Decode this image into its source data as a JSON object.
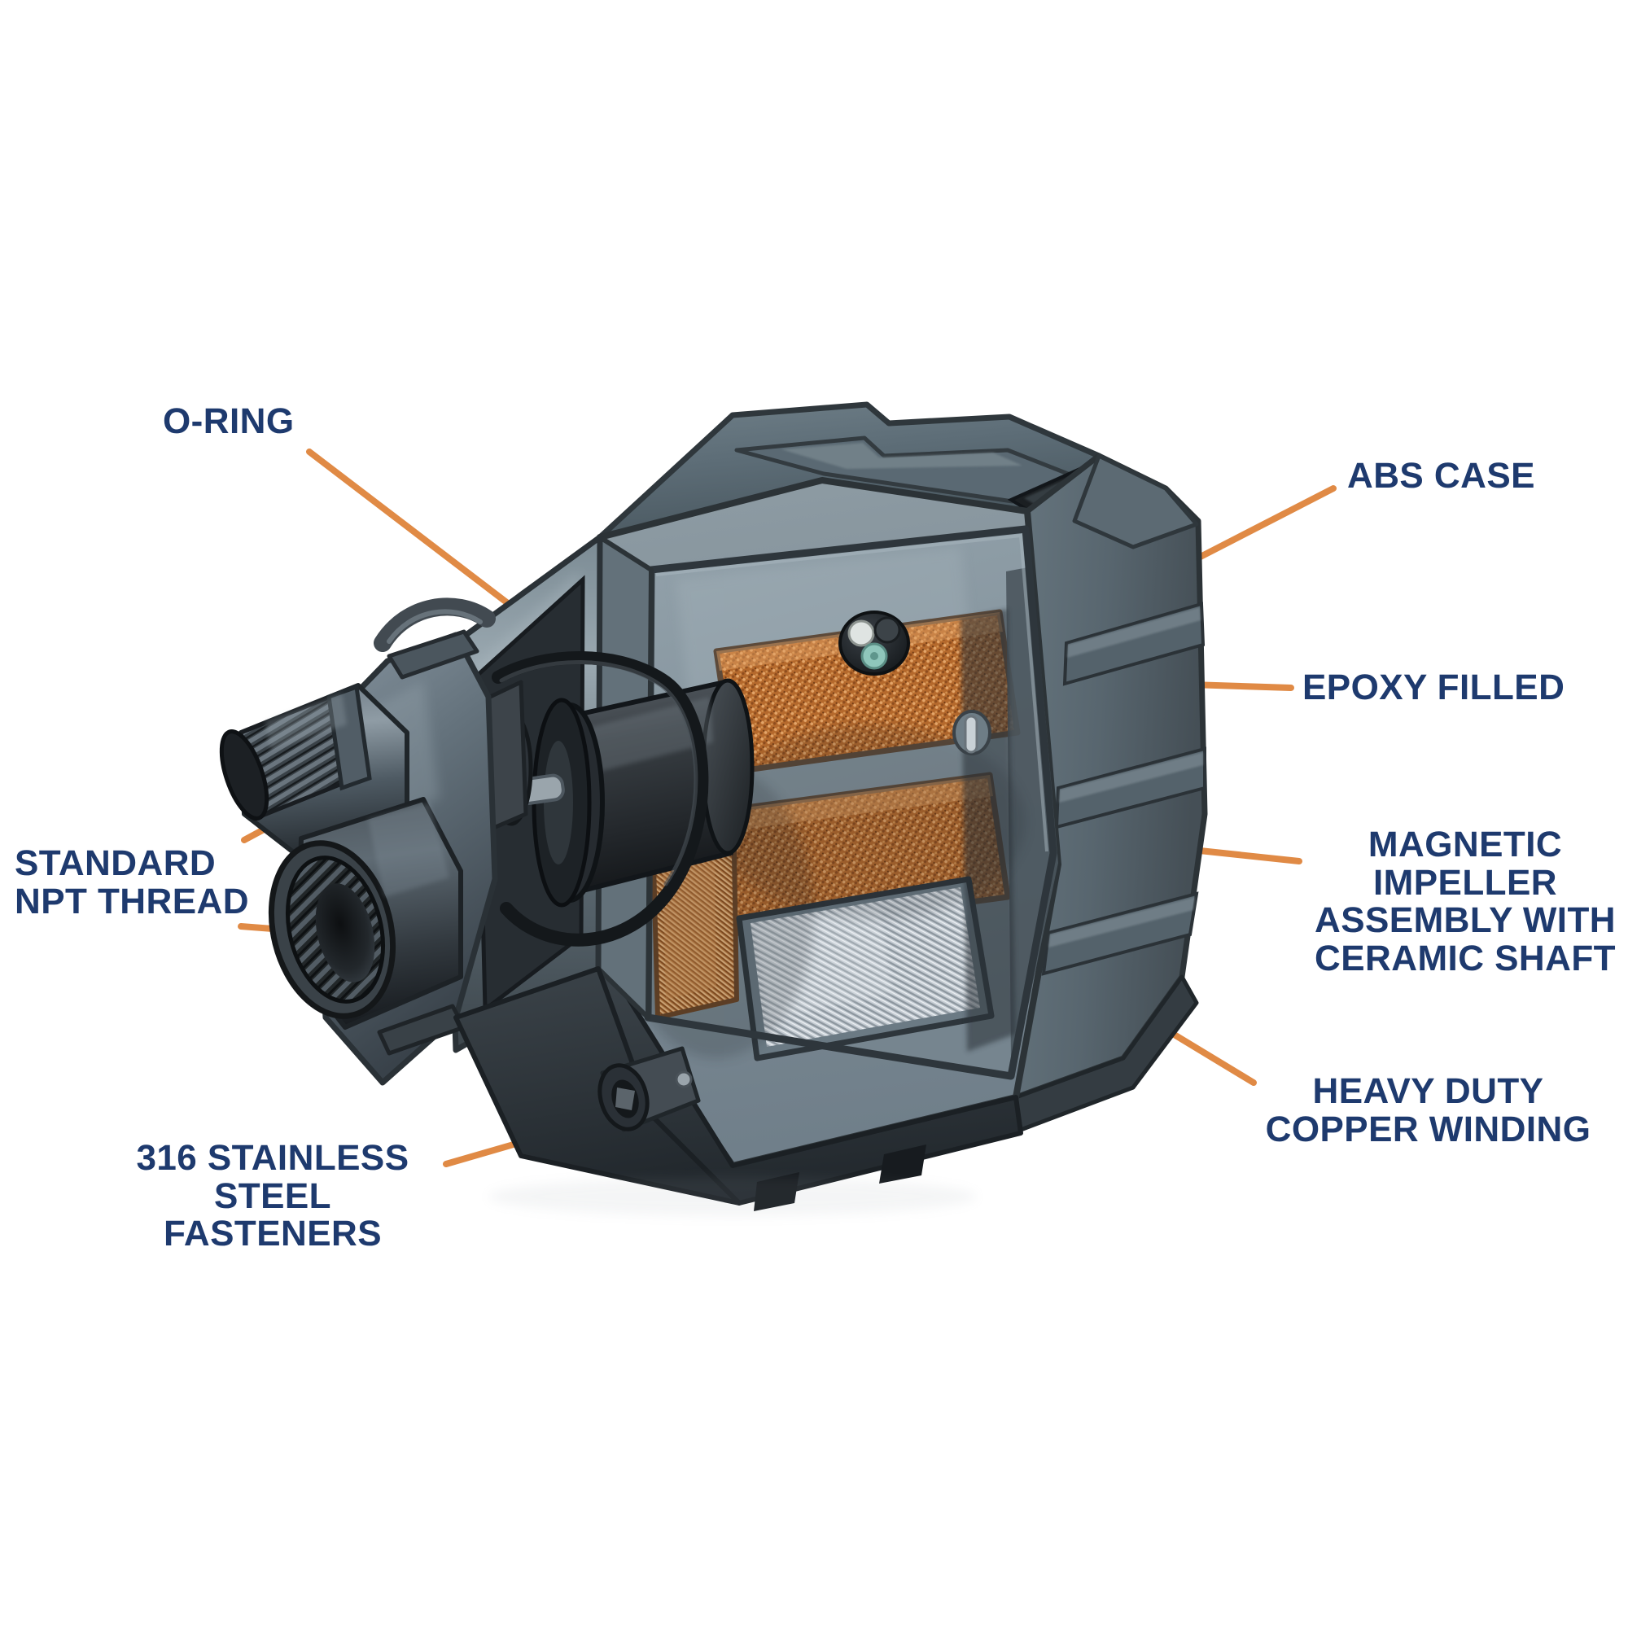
{
  "diagram": {
    "subject": "magnetic drive pump cutaway",
    "background_color": "#ffffff",
    "label_color": "#1e3a6e",
    "leader_color": "#e08a45",
    "case_color": "#7b8a93",
    "case_dark_color": "#3a4246",
    "copper_color": "#b5682e",
    "lamination_color": "#c2c9cf"
  },
  "callouts": {
    "oring": {
      "label": "O-RING"
    },
    "abs_case": {
      "label": "ABS CASE"
    },
    "epoxy_filled": {
      "label": "EPOXY FILLED"
    },
    "magnetic_impeller": {
      "label": "MAGNETIC\nIMPELLER\nASSEMBLY WITH\nCERAMIC SHAFT"
    },
    "heavy_duty_copper": {
      "label": "HEAVY DUTY\nCOPPER WINDING"
    },
    "npt_thread": {
      "label": "STANDARD\nNPT THREAD"
    },
    "fasteners": {
      "label": "316 STAINLESS STEEL\nFASTENERS"
    }
  },
  "parts": {
    "abs_case": "abs-case-shell",
    "epoxy_fill": "epoxy-fill-region",
    "copper_winding_upper": "copper-winding-upper",
    "copper_winding_lower": "copper-winding-lower",
    "stator_laminations": "stator-lamination-stack",
    "magnet_rotor": "magnetic-rotor-body",
    "impeller_disc": "impeller-disc",
    "oring_seal": "oring-seal",
    "male_npt_port": "male-npt-port",
    "female_npt_port": "female-npt-port",
    "fastener_boss": "stainless-fastener",
    "cable_grommet": "cable-grommet",
    "volute_housing": "volute-housing"
  }
}
